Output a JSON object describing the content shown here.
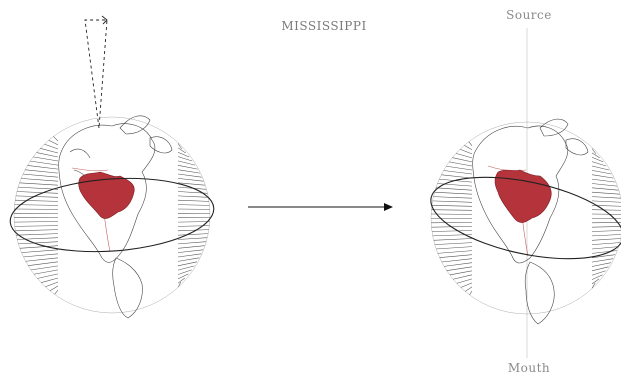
{
  "labels": {
    "title": "MISSISSIPPI",
    "source": "Source",
    "mouth": "Mouth"
  },
  "colors": {
    "basin": "#b5333a",
    "outline": "#222222",
    "label": "#8a8a8a"
  }
}
